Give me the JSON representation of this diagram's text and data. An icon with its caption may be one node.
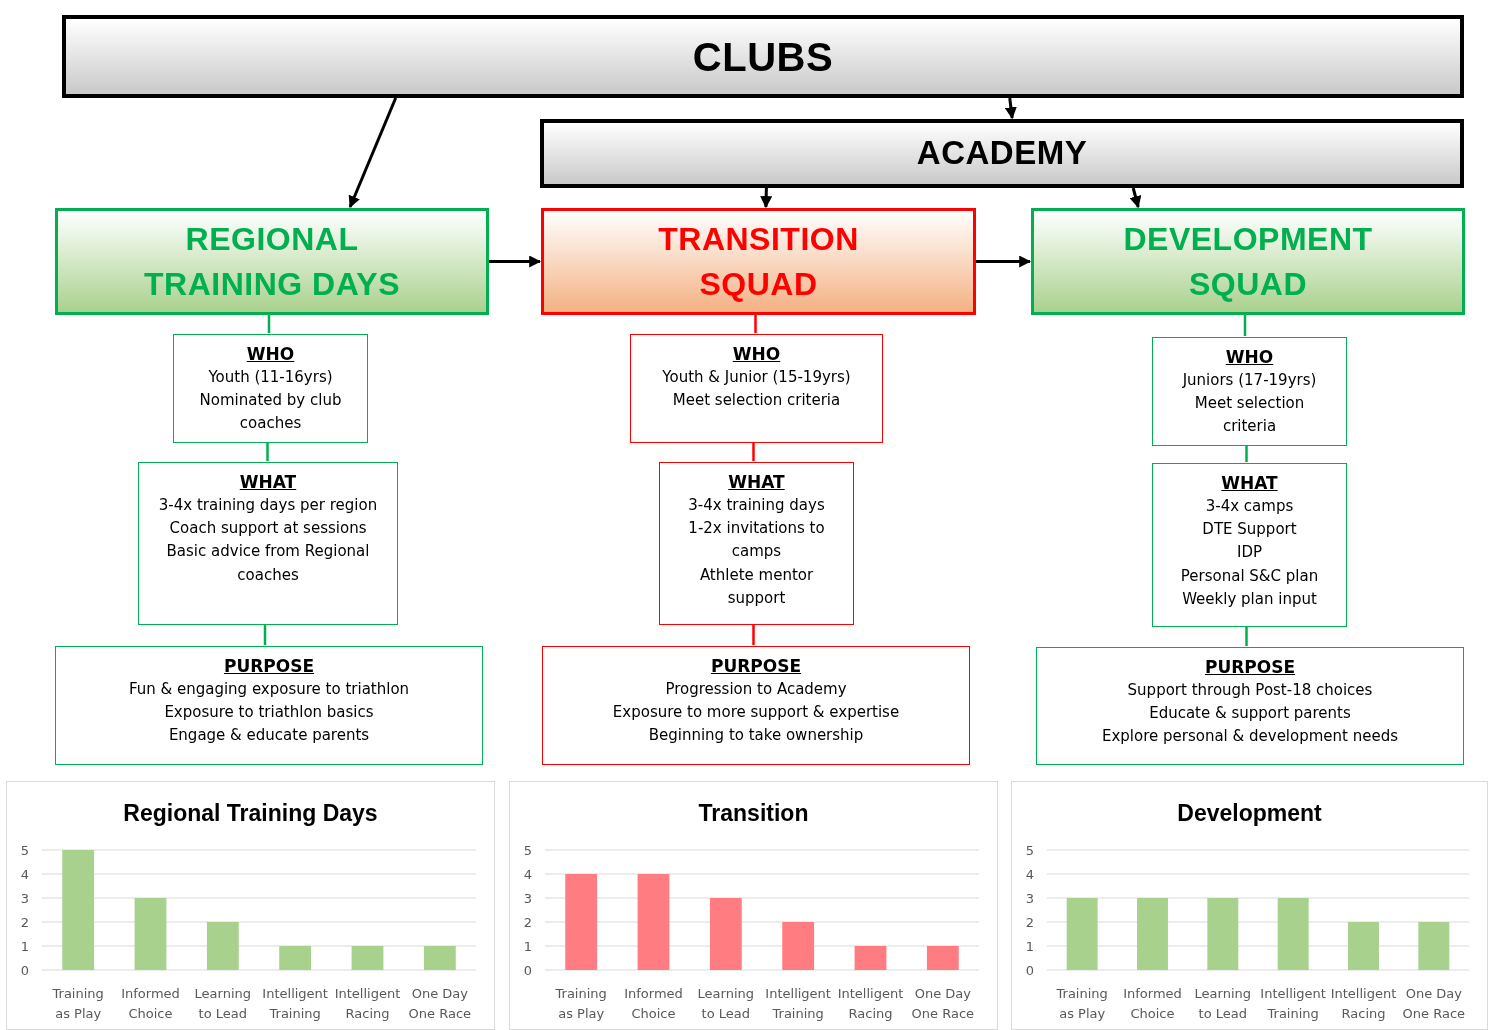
{
  "diagram": {
    "nodes": [
      {
        "text": [
          "CLUBS"
        ]
      },
      {
        "text": [
          "ACADEMY"
        ]
      },
      {
        "text": [
          "REGIONAL TRAINING DAYS"
        ]
      },
      {
        "text": [
          "TRANSITION SQUAD"
        ]
      },
      {
        "text": [
          "DEVELOPMENT SQUAD"
        ]
      },
      {
        "text": [
          "WHO",
          "Youth (11-16yrs)",
          "Nominated by club coaches"
        ]
      },
      {
        "text": [
          "WHAT",
          "3-4x training days per region",
          "Coach support at sessions",
          "Basic advice from Regional coaches"
        ]
      },
      {
        "text": [
          "PURPOSE",
          "Fun & engaging exposure to triathlon",
          "Exposure to triathlon basics",
          "Engage & educate parents"
        ]
      },
      {
        "text": [
          "WHO",
          "Youth & Junior (15-19yrs)",
          "Meet selection criteria"
        ]
      },
      {
        "text": [
          "WHAT",
          "3-4x training days",
          "1-2x invitations to camps",
          "Athlete mentor support"
        ]
      },
      {
        "text": [
          "PURPOSE",
          "Progression to Academy",
          "Exposure to more support & expertise",
          "Beginning to take ownership"
        ]
      },
      {
        "text": [
          "WHO",
          "Juniors (17-19yrs)",
          "Meet selection criteria"
        ]
      },
      {
        "text": [
          "WHAT",
          "3-4x camps",
          "DTE Support",
          "IDP",
          "Personal S&C plan",
          "Weekly plan input"
        ]
      },
      {
        "text": [
          "PURPOSE",
          "Support through Post-18 choices",
          "Educate & support parents",
          "Explore personal & development needs"
        ]
      }
    ],
    "edges": [
      {
        "from": 0,
        "to": 2,
        "arrow": "to"
      },
      {
        "from": 0,
        "to": 1,
        "arrow": "to"
      },
      {
        "from": 1,
        "to": 3,
        "arrow": "to"
      },
      {
        "from": 1,
        "to": 4,
        "arrow": "to"
      },
      {
        "from": 2,
        "to": 3,
        "arrow": "to"
      },
      {
        "from": 3,
        "to": 4,
        "arrow": "to"
      },
      {
        "from": 2,
        "to": 5,
        "arrow": "none",
        "color": "#00b050"
      },
      {
        "from": 5,
        "to": 6,
        "arrow": "none",
        "color": "#00b050"
      },
      {
        "from": 6,
        "to": 7,
        "arrow": "none",
        "color": "#00b050"
      },
      {
        "from": 3,
        "to": 8,
        "arrow": "none",
        "color": "#ff0000"
      },
      {
        "from": 8,
        "to": 9,
        "arrow": "none",
        "color": "#ff0000"
      },
      {
        "from": 9,
        "to": 10,
        "arrow": "none",
        "color": "#ff0000"
      },
      {
        "from": 4,
        "to": 11,
        "arrow": "none",
        "color": "#00b050"
      },
      {
        "from": 11,
        "to": 12,
        "arrow": "none",
        "color": "#00b050"
      },
      {
        "from": 12,
        "to": 13,
        "arrow": "none",
        "color": "#00b050"
      }
    ],
    "chart_data": [
      {
        "type": "bar",
        "title": "Regional Training Days",
        "categories": [
          "Training as Play",
          "Informed Choice",
          "Learning to Lead",
          "Intelligent Training",
          "Intelligent Racing",
          "One Day One Race"
        ],
        "series": [
          {
            "color": "#a9d18e",
            "values": [
              5,
              3,
              2,
              1,
              1,
              1
            ]
          }
        ],
        "ylim": [
          0,
          5
        ],
        "yticks": [
          0,
          1,
          2,
          3,
          4,
          5
        ],
        "grid": true
      },
      {
        "type": "bar",
        "title": "Transition",
        "categories": [
          "Training as Play",
          "Informed Choice",
          "Learning to Lead",
          "Intelligent Training",
          "Intelligent Racing",
          "One Day One Race"
        ],
        "series": [
          {
            "color": "#ff7c80",
            "values": [
              4,
              4,
              3,
              2,
              1,
              1
            ]
          }
        ],
        "ylim": [
          0,
          5
        ],
        "yticks": [
          0,
          1,
          2,
          3,
          4,
          5
        ],
        "grid": true
      },
      {
        "type": "bar",
        "title": "Development",
        "categories": [
          "Training as Play",
          "Informed Choice",
          "Learning to Lead",
          "Intelligent Training",
          "Intelligent Racing",
          "One Day One Race"
        ],
        "series": [
          {
            "color": "#a9d18e",
            "values": [
              3,
              3,
              3,
              3,
              2,
              2
            ]
          }
        ],
        "ylim": [
          0,
          5
        ],
        "yticks": [
          0,
          1,
          2,
          3,
          4,
          5
        ],
        "grid": true
      }
    ]
  }
}
